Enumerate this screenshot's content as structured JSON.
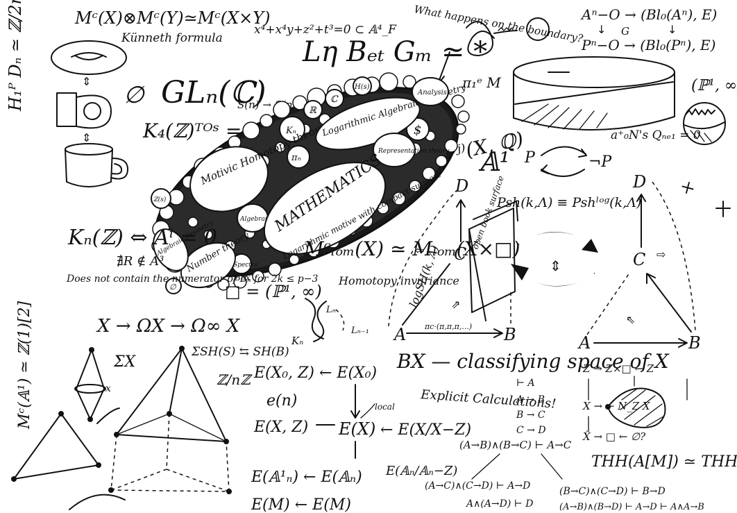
{
  "formulas": {
    "kunneth": "Mᶜ(X)⊗Mᶜ(Y)≃Mᶜ(X×Y)",
    "kunneth_caption": "Künneth formula",
    "fermat": "x⁴+x⁴y+z²+t³=0 ⊂ 𝔸⁴_F",
    "question": "What happens on the boundary?",
    "blowup_top": "Aⁿ−O → (Bl₀(Aⁿ), E)",
    "blowup_mid": "G",
    "blowup_bottom": "Pⁿ−O → (Bl₀(Pⁿ), E)",
    "dihedral": "H₁ᴾ Dₙ ≃ ℤ/2n",
    "empty_set": "∅",
    "gln": "GLₙ(ℂ)",
    "suspension": "S(n) → S(n+1)",
    "lbg": "Lη Bₑₜ Gₘ ≃ *",
    "pi1": "π₁ᵉ M",
    "p1_log": "(ℙ¹, ∞)",
    "k4": "K₄(ℤ)ᵀᴼˢ = 0",
    "ai_zero": "Aⁱ = 0  i = 2k",
    "hodge": "H⁽ᵖʲ⁾(X, ℚ)",
    "a1": "𝔸¹",
    "p_arrow": "P",
    "not_p": "¬P",
    "qu_eq": "a⁺₀N's Qₙₑ₁ = 0",
    "kn_equiv": "Kₙ(ℤ) ⇔ Aⁱ = 0",
    "kr": "∄R ∉ A³",
    "psh": "Psh(k,Λ) ≡ Pshˡᵒᵍ(k,Λ)",
    "not_contain": "Does not contain the numerator of Bₙ for 2k ≤ p−3",
    "box_eq": "□ = (ℙ¹, ∞)",
    "box_label": "Box",
    "loop": "X → ΩX → Ω∞ X",
    "motive_log": "Mᶜₗₒₘ(X) ≃ Mₗₒₘ(X×□)",
    "motive_caption": "Logarithmic motive with compact support",
    "homotopy": "Homotopy invariance",
    "log_sh": "logSH(k, Λ)",
    "sh_map": "ΣSH(S) ⇆ SH(B)",
    "kn_small": "Kₙ",
    "ln": "Lₙ",
    "ln1": "Lₙ₋₁",
    "pi_map": "πc·(π,π,π,...)",
    "bx": "BX — classifying space of X",
    "moore": "Mᶜ(𝔸¹) ≃ ℤ(1)[2]",
    "sigma_x": "ΣX",
    "zmod": "ℤ/nℤ",
    "e_n": "e(n)",
    "ex0z": "E(X₀, Z) ← E(X₀)",
    "exz": "E(X, Z)",
    "ex": "E(X)",
    "local": "local",
    "ex_z": "← E(X/X−Z)",
    "explicit": "Explicit Calculations!",
    "ea1": "E(𝔸¹ₙ) ← E(𝔸ₙ)",
    "ea_quot": "E(𝔸ₙ/𝔸ₙ−Z)",
    "em": "E(M) ← E(M)",
    "thh": "THH(A[M]) ≃ THH(A",
    "logic_1": "⊢ A",
    "logic_2": "A → B",
    "logic_3": "B → C",
    "logic_4": "C → D",
    "logic_5": "(A→B)∧(B→C) ⊢ A→C",
    "logic_6": "(A→C)∧(C→D) ⊢ A→D",
    "logic_7": "A∧(A→D) ⊢ D",
    "logic_8": "(B→C)∧(C→D) ⊢ B→D",
    "logic_9": "(A→B)∧(B→D) ⊢ A→D  ⊢ A∧A→B",
    "square_top": "Z → Z×□ ← Z",
    "square_mid": "X →  ← N_Z X",
    "square_bot": "X̃ → □ ← ∅?",
    "cross": "×"
  },
  "ellipse": {
    "center": "MATHEMATICS",
    "bubbles": [
      "Motivic Homotopy theory",
      "Logarithmic Algebraic Geometry",
      "Number theory",
      "Algebraic Geometry",
      "Algebraic Topology",
      "Analysis",
      "Representation theory",
      "Spectra",
      "πₙ",
      "Kₙ",
      "ℝ",
      "ℂ",
      "ℤ(s)",
      "H(s)",
      "$",
      "∅"
    ]
  },
  "diagram": {
    "A": "A",
    "B": "B",
    "C": "C",
    "D": "D",
    "A2": "A",
    "B2": "B",
    "C2": "C",
    "D2": "D",
    "book": "open book surface",
    "x": "x"
  }
}
